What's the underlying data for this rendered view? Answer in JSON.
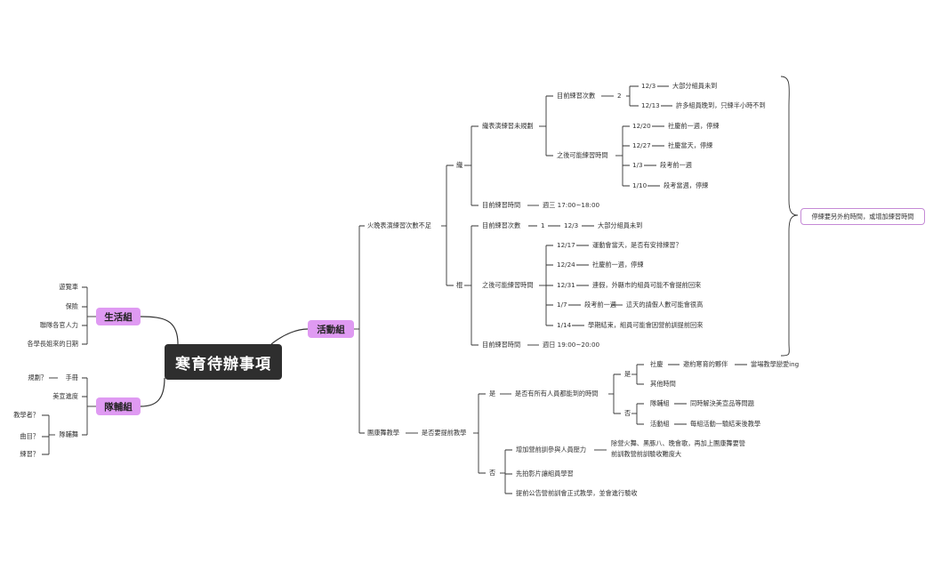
{
  "root": "寒育待辦事項",
  "groups": {
    "life": "生活組",
    "team": "隊輔組",
    "activity": "活動組"
  },
  "life_items": [
    "遊覽車",
    "保險",
    "聯隊各官人力",
    "各學長姐來的日期"
  ],
  "team": {
    "row1": [
      "規劃？",
      "手冊"
    ],
    "row2": "美宣進度",
    "aide": "隊輔舞",
    "aide_items": [
      "教學者？",
      "曲目？",
      "練習？"
    ]
  },
  "fire": {
    "label": "火晚表演練習次數不足",
    "weave": {
      "label": "織",
      "plan": "織表演練習未規劃",
      "current_count": "目前練習次數",
      "count_value": "2",
      "count_rows": [
        [
          "12/3",
          "大部分組員未到"
        ],
        [
          "12/13",
          "許多組員晚到，只練半小時不到"
        ]
      ],
      "future": "之後可能練習時間",
      "future_rows": [
        [
          "12/20",
          "社慶前一週，停練"
        ],
        [
          "12/27",
          "社慶當天，停練"
        ],
        [
          "1/3",
          "段考前一週"
        ],
        [
          "1/10",
          "段考當週，停練"
        ]
      ],
      "time_label": "目前練習時間",
      "time_value": "週三 17:00~18:00"
    },
    "stick": {
      "label": "棍",
      "current_count": "目前練習次數",
      "count_value": "1",
      "count_rows": [
        [
          "12/3",
          "大部分組員未到"
        ]
      ],
      "future": "之後可能練習時間",
      "future_rows": [
        [
          "12/17",
          "運動會當天，是否有安排練習？"
        ],
        [
          "12/24",
          "社慶前一週，停練"
        ],
        [
          "12/31",
          "連假，外縣市的組員可能不會提前回來"
        ],
        [
          "1/7",
          "段考前一週",
          "這天的請假人數可能會很高"
        ],
        [
          "1/14",
          "學期結束，組員可能會因營前訓提前回來"
        ]
      ],
      "time_label": "目前練習時間",
      "time_value": "週日 19:00~20:00"
    },
    "note": "停練要另外約時間，或增加練習時間"
  },
  "dance": {
    "label": "團康舞教學",
    "q": "是否要提前教學",
    "yes": "是",
    "yes_q": "是否有所有人員都能到的時間",
    "yes_yes": "是",
    "yy_items": [
      "社慶",
      "邀約寒育的夥伴",
      "當場教學戀愛ing"
    ],
    "yy_other": "其他時間",
    "yes_no": "否",
    "yn_items": [
      [
        "隊輔組",
        "同時解決美宣品等問題"
      ],
      [
        "活動組",
        "每組活動一驗結束後教學"
      ]
    ],
    "no": "否",
    "no_items": [
      "增加營前訓參與人員壓力",
      "先拍影片讓組員學習",
      "提前公告營前訓會正式教學，並會進行驗收"
    ],
    "pressure_detail": [
      "除營火舞、黑豚八、晚會歌，再加上團康舞要營",
      "前訓教營前訓驗收難度大"
    ]
  }
}
